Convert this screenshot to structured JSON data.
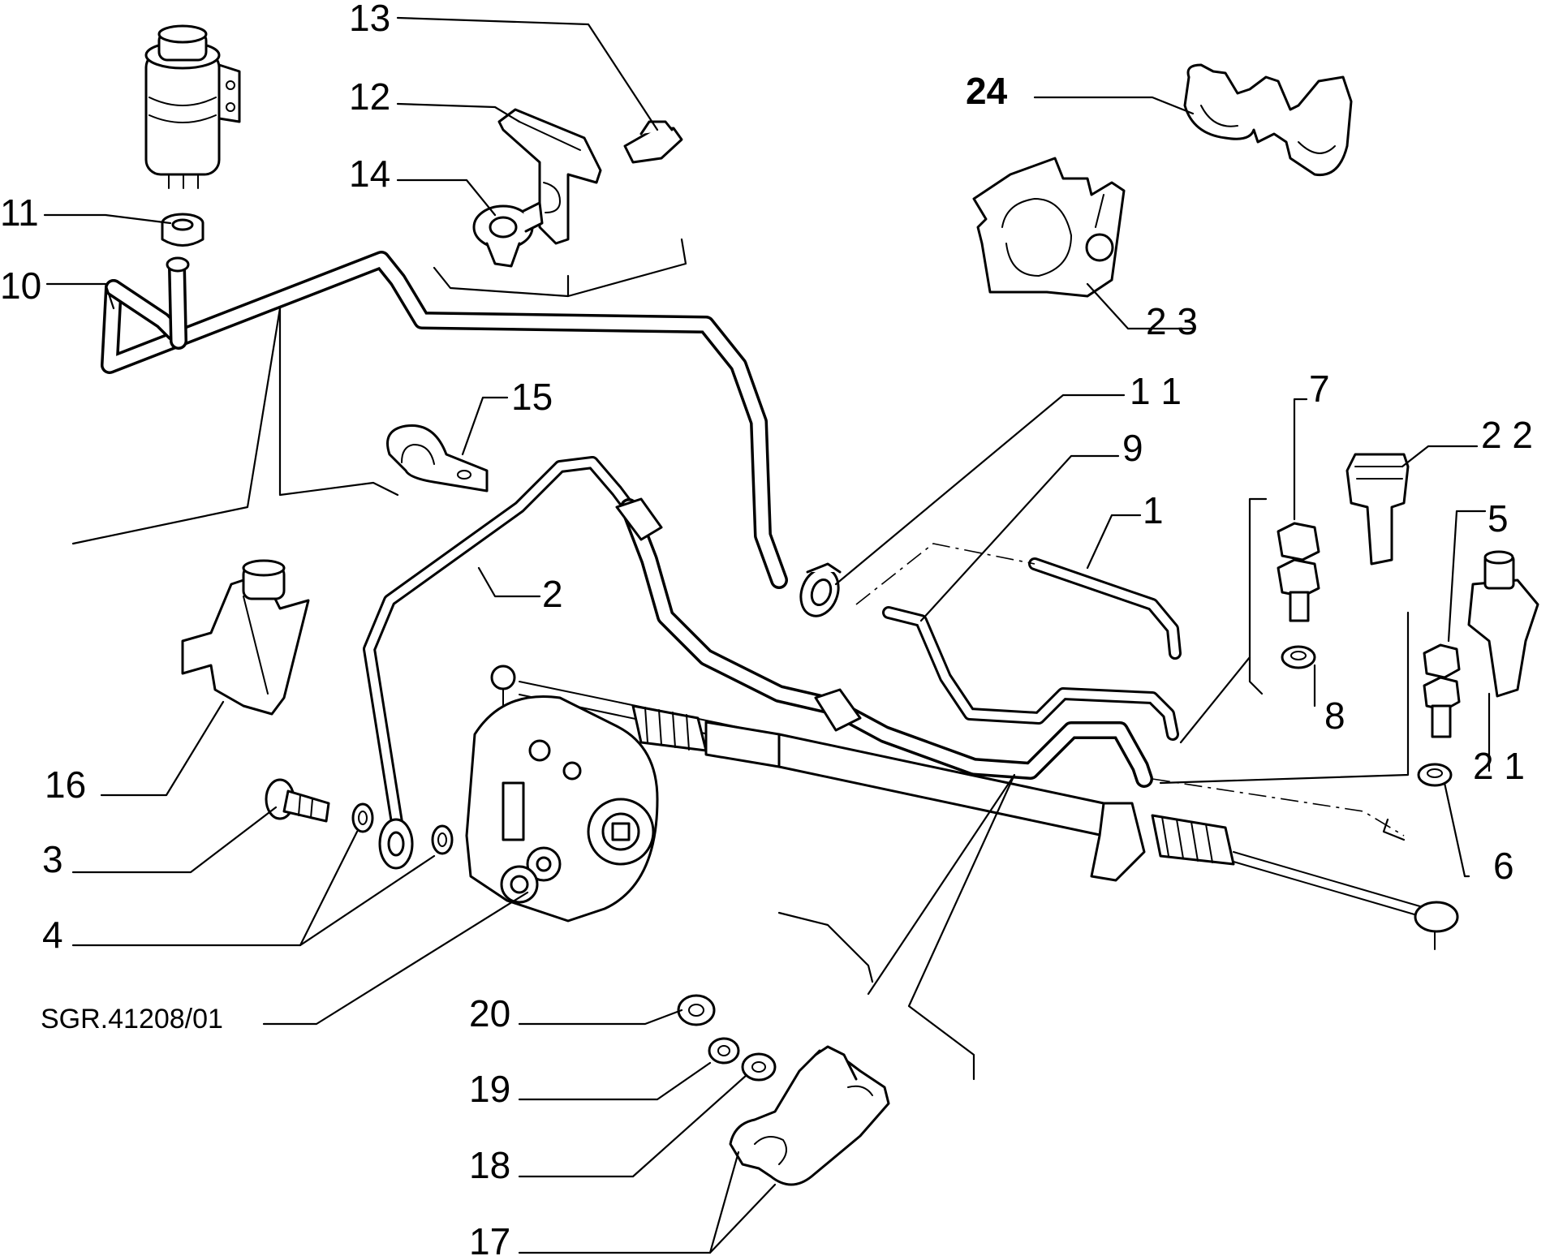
{
  "diagram": {
    "reference_code": "SGR.41208/01",
    "callouts": {
      "c1": "1",
      "c2": "2",
      "c3": "3",
      "c4": "4",
      "c5": "5",
      "c6": "6",
      "c7": "7",
      "c8": "8",
      "c9": "9",
      "c10": "10",
      "c11a": "11",
      "c11b": "1 1",
      "c12": "12",
      "c13": "13",
      "c14": "14",
      "c15": "15",
      "c16": "16",
      "c17": "17",
      "c18": "18",
      "c19": "19",
      "c20": "20",
      "c21": "2 1",
      "c22": "2 2",
      "c23": "2 3",
      "c24": "24"
    }
  }
}
